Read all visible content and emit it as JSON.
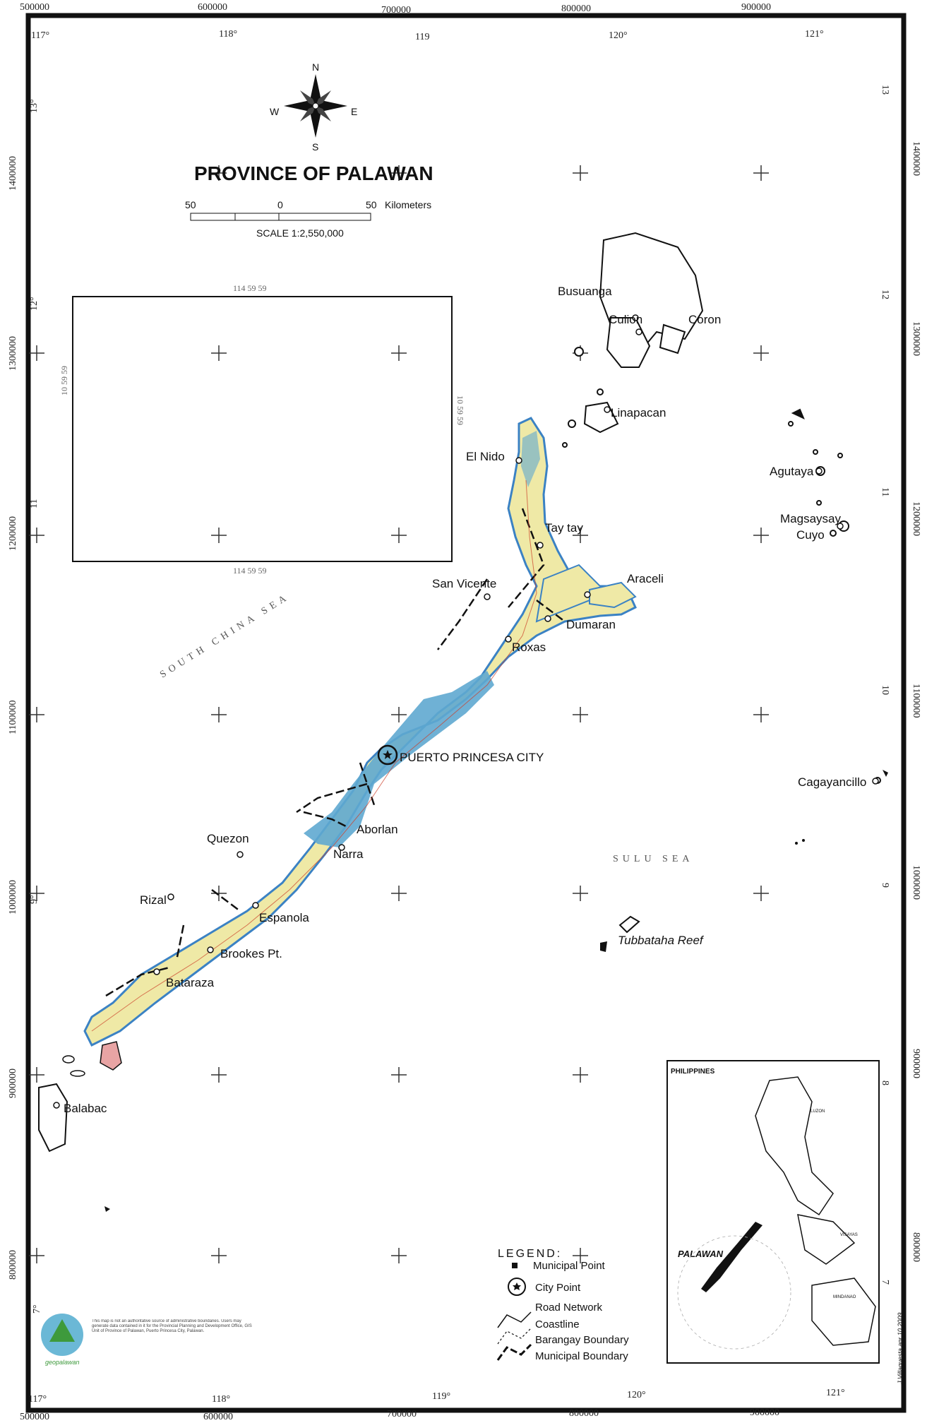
{
  "title": "PROVINCE OF PALAWAN",
  "compass": {
    "n": "N",
    "s": "S",
    "e": "E",
    "w": "W"
  },
  "scale": {
    "left": "50",
    "mid": "0",
    "right": "50",
    "unit": "Kilometers",
    "ratio": "SCALE 1:2,550,000"
  },
  "top_eastings": [
    "500000",
    "600000",
    "700000",
    "800000",
    "900000"
  ],
  "bottom_eastings": [
    "500000",
    "600000",
    "700000",
    "800000",
    "900000"
  ],
  "top_longitudes": [
    "117°",
    "118°",
    "119",
    "120°",
    "121°"
  ],
  "bottom_longitudes": [
    "117°",
    "118°",
    "119°",
    "120°",
    "121°"
  ],
  "left_northings": [
    "1400000",
    "1300000",
    "1200000",
    "1100000",
    "1000000",
    "900000",
    "800000"
  ],
  "right_northings": [
    "1400000",
    "1300000",
    "1200000",
    "1100000",
    "1000000",
    "900000",
    "800000"
  ],
  "left_latitudes": [
    "13°",
    "12°",
    "11",
    "",
    "9°",
    "",
    "7°"
  ],
  "right_latitudes": [
    "13",
    "12",
    "11",
    "10",
    "9",
    "8",
    "7"
  ],
  "inset_box": {
    "top": "114 59 59",
    "bottom": "114 59 59",
    "left": "10 59 59",
    "right": "10 59 59"
  },
  "places": {
    "busuanga": "Busuanga",
    "culion": "Culion",
    "coron": "Coron",
    "linapacan": "Linapacan",
    "elnido": "El Nido",
    "taytay": "Tay tay",
    "araceli": "Araceli",
    "agutaya": "Agutaya",
    "magsaysay": "Magsaysay",
    "cuyo": "Cuyo",
    "sanvicente": "San Vicente",
    "dumaran": "Dumaran",
    "roxas": "Roxas",
    "puerto": "PUERTO PRINCESA CITY",
    "cagayancillo": "Cagayancillo",
    "aborlan": "Aborlan",
    "quezon": "Quezon",
    "narra": "Narra",
    "rizal": "Rizal",
    "espanola": "Espanola",
    "brookes": "Brookes Pt.",
    "bataraza": "Bataraza",
    "tubbataha": "Tubbataha Reef",
    "balabac": "Balabac"
  },
  "seas": {
    "south": "SOUTH CHINA SEA",
    "sulu": "SULU SEA"
  },
  "legend": {
    "title": "LEGEND:",
    "items": [
      "Municipal Point",
      "City Point",
      "Road Network",
      "Coastline",
      "Barangay Boundary",
      "Municipal Boundary"
    ]
  },
  "phil_inset": {
    "title": "PHILIPPINES",
    "palawan": "PALAWAN",
    "luzon": "LUZON",
    "visayas": "VISAYAS",
    "mindanao": "MINDANAO"
  },
  "logo": {
    "name": "geopalawan",
    "note": "This map is not an authoritative source of administrative boundaries. Users may generate data contained in it for the Provincial Planning and Development Office, GIS Unit of Province of Palawan, Puerto Princesa City, Palawan."
  },
  "credit": "J.Villaquesta apr 10 2009",
  "colors": {
    "land": "#efe9a6",
    "forest": "#5fa9d0",
    "frame": "#111111",
    "road": "#cc3f2a"
  }
}
